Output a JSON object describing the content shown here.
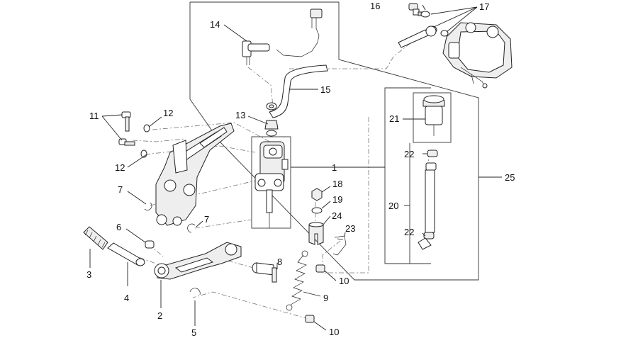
{
  "callouts": [
    "1",
    "2",
    "3",
    "4",
    "5",
    "6",
    "7",
    "7",
    "8",
    "9",
    "10",
    "10",
    "11",
    "12",
    "12",
    "13",
    "14",
    "15",
    "16",
    "17",
    "18",
    "19",
    "20",
    "21",
    "22",
    "22",
    "23",
    "24",
    "25"
  ]
}
